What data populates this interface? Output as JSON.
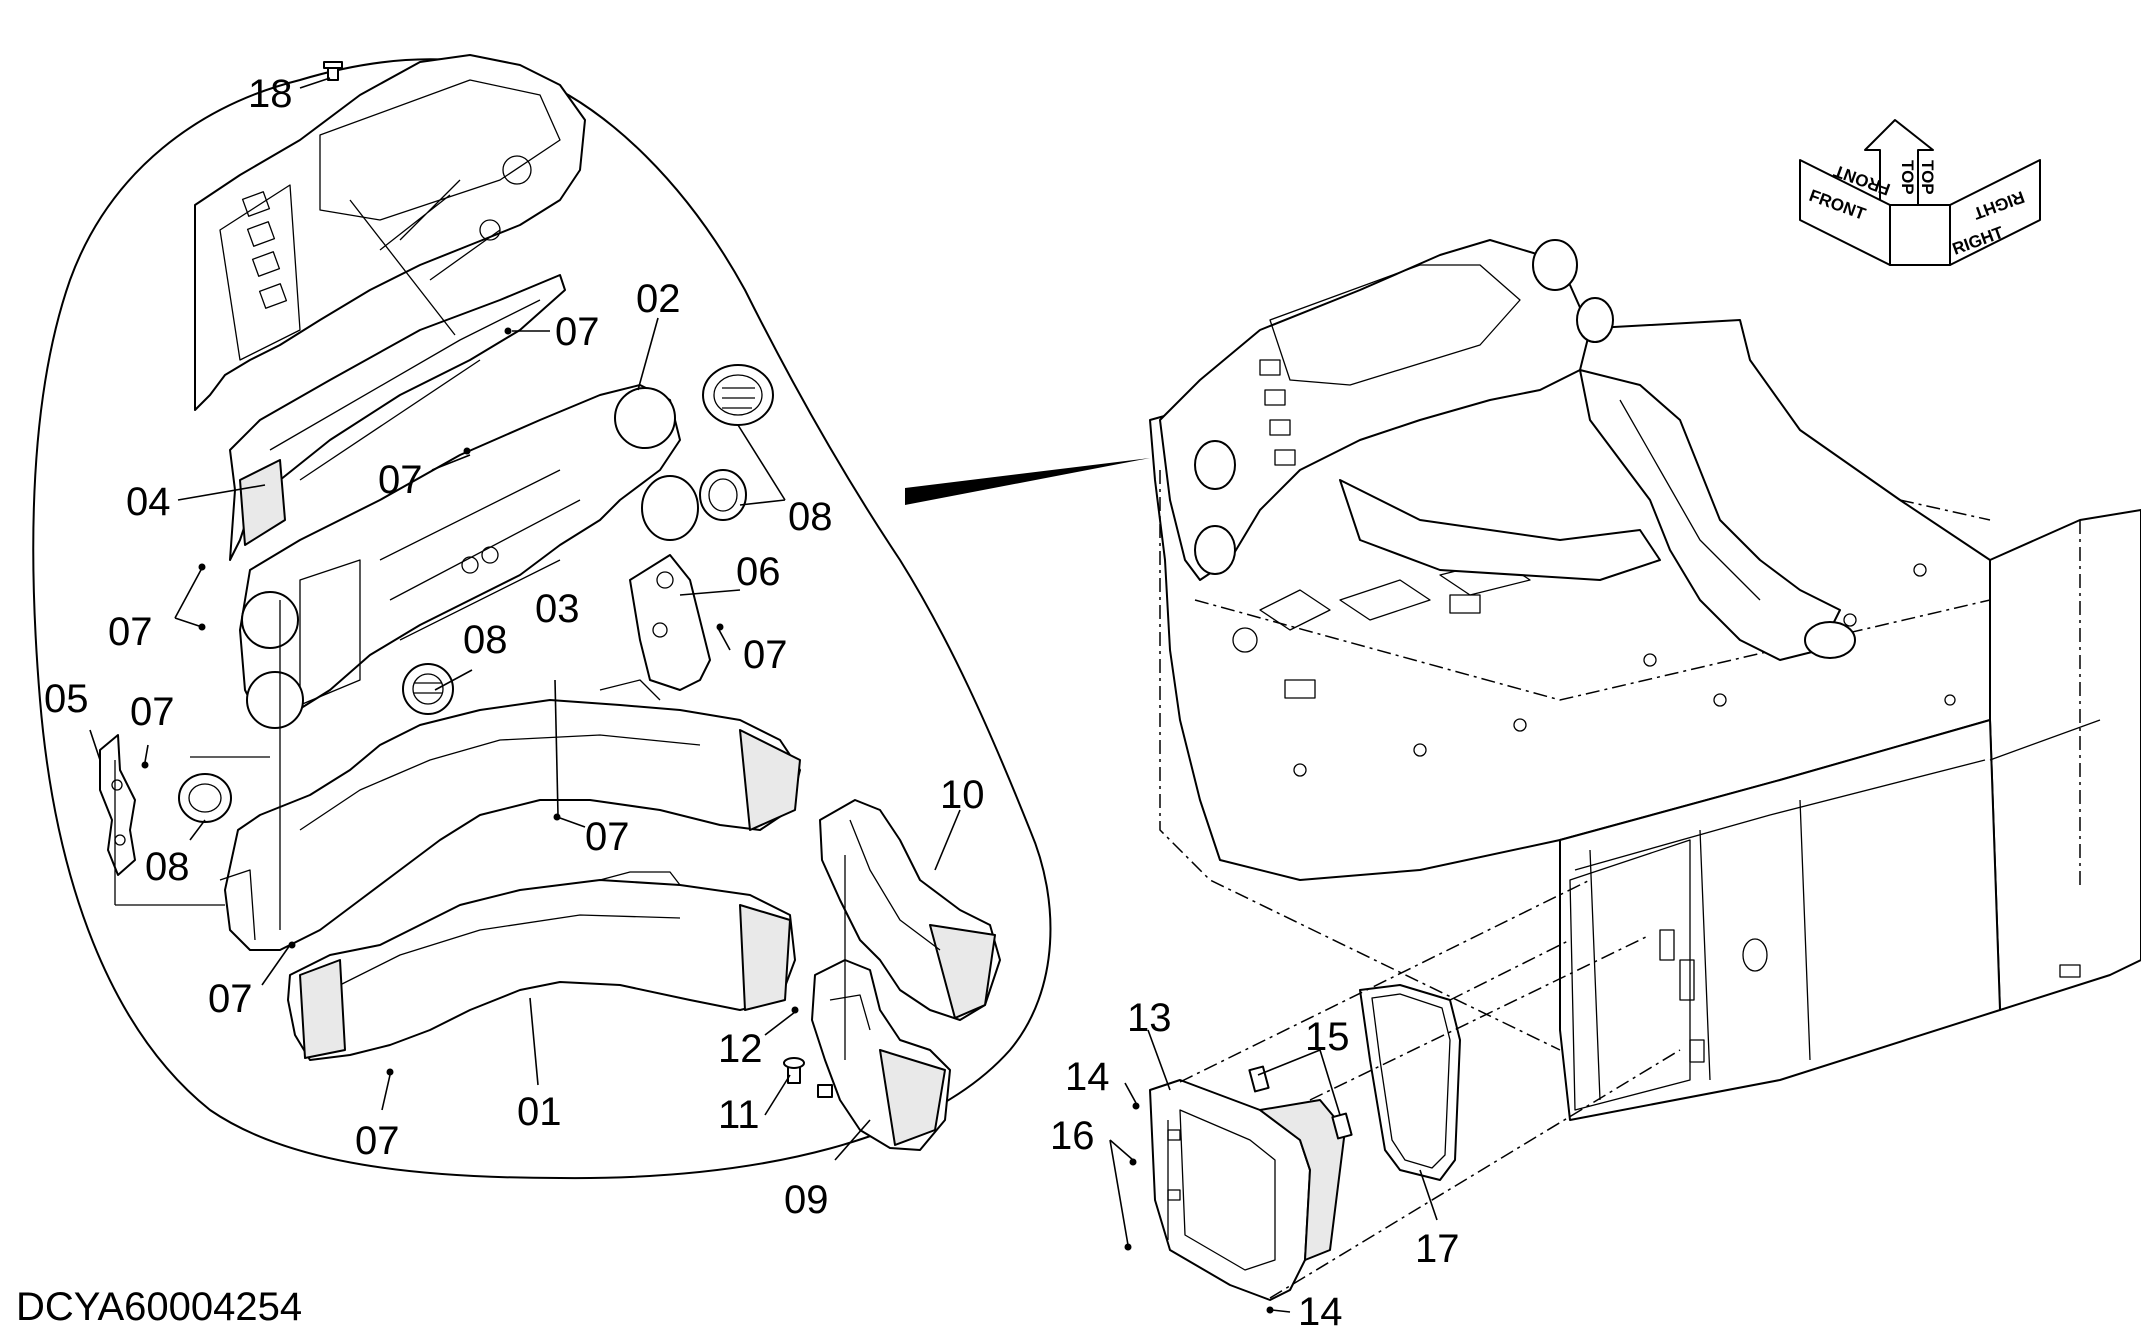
{
  "document_id": "DCYA60004254",
  "orientation_marker": {
    "top_label": "TOP",
    "front_label": "FRONT",
    "right_label": "RIGHT"
  },
  "callouts": [
    {
      "id": "c18",
      "label": "18"
    },
    {
      "id": "c02",
      "label": "02"
    },
    {
      "id": "c07a",
      "label": "07"
    },
    {
      "id": "c04",
      "label": "04"
    },
    {
      "id": "c07b",
      "label": "07"
    },
    {
      "id": "c08a",
      "label": "08"
    },
    {
      "id": "c07c",
      "label": "07"
    },
    {
      "id": "c06",
      "label": "06"
    },
    {
      "id": "c03",
      "label": "03"
    },
    {
      "id": "c08b",
      "label": "08"
    },
    {
      "id": "c07d",
      "label": "07"
    },
    {
      "id": "c05",
      "label": "05"
    },
    {
      "id": "c07e",
      "label": "07"
    },
    {
      "id": "c07f",
      "label": "07"
    },
    {
      "id": "c08c",
      "label": "08"
    },
    {
      "id": "c10",
      "label": "10"
    },
    {
      "id": "c07g",
      "label": "07"
    },
    {
      "id": "c12",
      "label": "12"
    },
    {
      "id": "c11",
      "label": "11"
    },
    {
      "id": "c01",
      "label": "01"
    },
    {
      "id": "c07h",
      "label": "07"
    },
    {
      "id": "c09",
      "label": "09"
    },
    {
      "id": "c13",
      "label": "13"
    },
    {
      "id": "c14a",
      "label": "14"
    },
    {
      "id": "c15",
      "label": "15"
    },
    {
      "id": "c16",
      "label": "16"
    },
    {
      "id": "c17",
      "label": "17"
    },
    {
      "id": "c14b",
      "label": "14"
    }
  ]
}
